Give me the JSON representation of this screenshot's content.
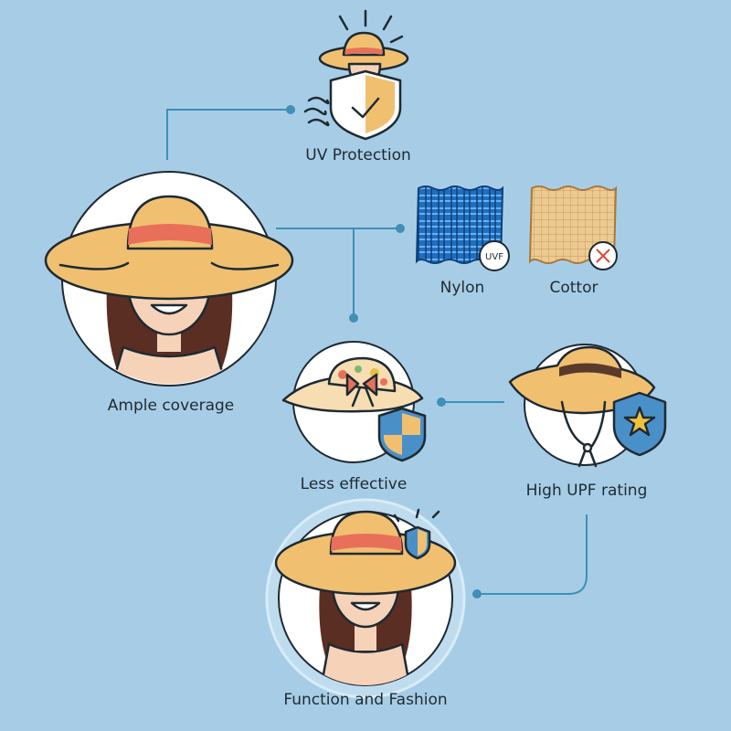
{
  "nodes": {
    "uv_protection": {
      "label": "UV Protection"
    },
    "ample_coverage": {
      "label": "Ample coverage"
    },
    "nylon": {
      "label": "Nylon",
      "badge": "UVF"
    },
    "cotton": {
      "label": "Cottor"
    },
    "less_effective": {
      "label": "Less effective"
    },
    "high_upf": {
      "label": "High UPF rating"
    },
    "function_fashion": {
      "label": "Function and Fashion"
    }
  },
  "colors": {
    "background": "#a7cde6",
    "connector": "#3f8fb8",
    "hat_straw": "#f0c070",
    "hat_band": "#e8705a",
    "shield_blue": "#4a90c8",
    "nylon_blue": "#1e6fc0",
    "cotton_tan": "#e8c48a"
  }
}
